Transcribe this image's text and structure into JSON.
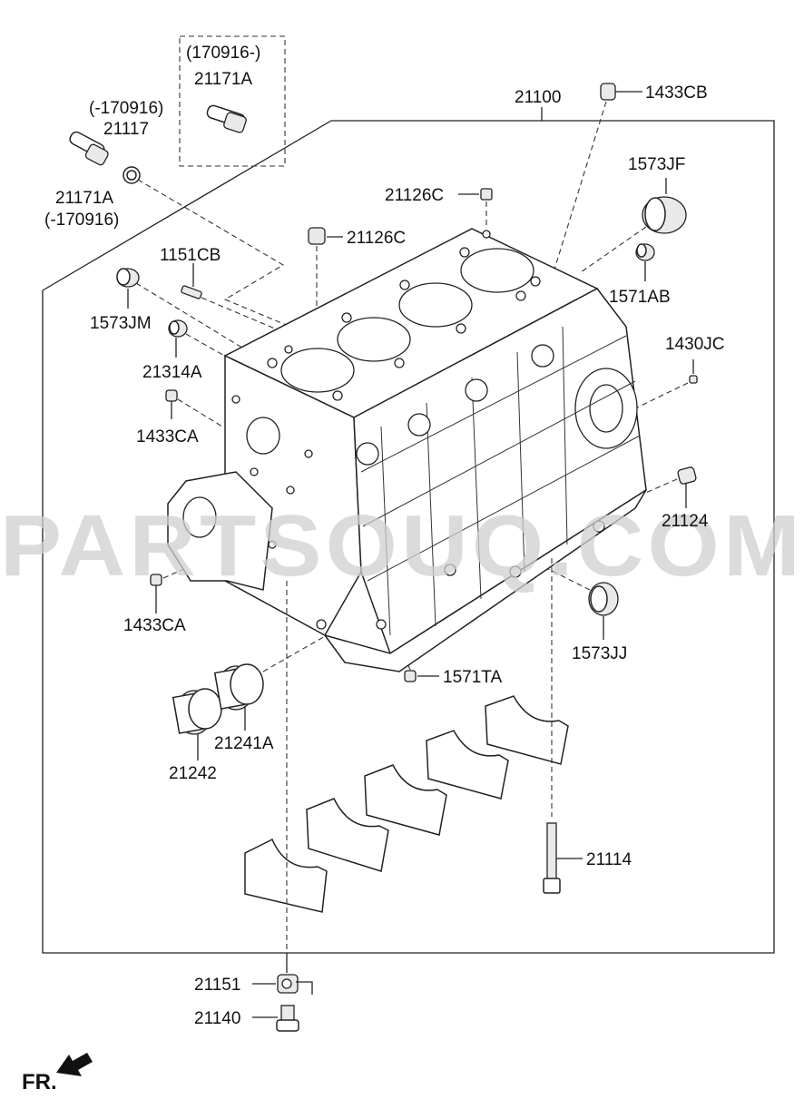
{
  "watermark": "PARTSOUQ.COM",
  "direction_label": "FR.",
  "labels": {
    "date_after_box": "(170916-)",
    "part_21171A_new": "21171A",
    "date_before_top": "(-170916)",
    "part_21117": "21117",
    "part_21171A_old": "21171A",
    "date_before_bottom": "(-170916)",
    "part_21100": "21100",
    "part_1433CB": "1433CB",
    "part_1573JF": "1573JF",
    "part_21126C_top": "21126C",
    "part_21126C_mid": "21126C",
    "part_1151CB": "1151CB",
    "part_1571AB": "1571AB",
    "part_1573JM": "1573JM",
    "part_1430JC": "1430JC",
    "part_21314A": "21314A",
    "part_1433CA_upper": "1433CA",
    "part_21124": "21124",
    "part_1433CA_lower": "1433CA",
    "part_1573JJ": "1573JJ",
    "part_1571TA": "1571TA",
    "part_21241A": "21241A",
    "part_21242": "21242",
    "part_21114": "21114",
    "part_21151": "21151",
    "part_21140": "21140"
  }
}
